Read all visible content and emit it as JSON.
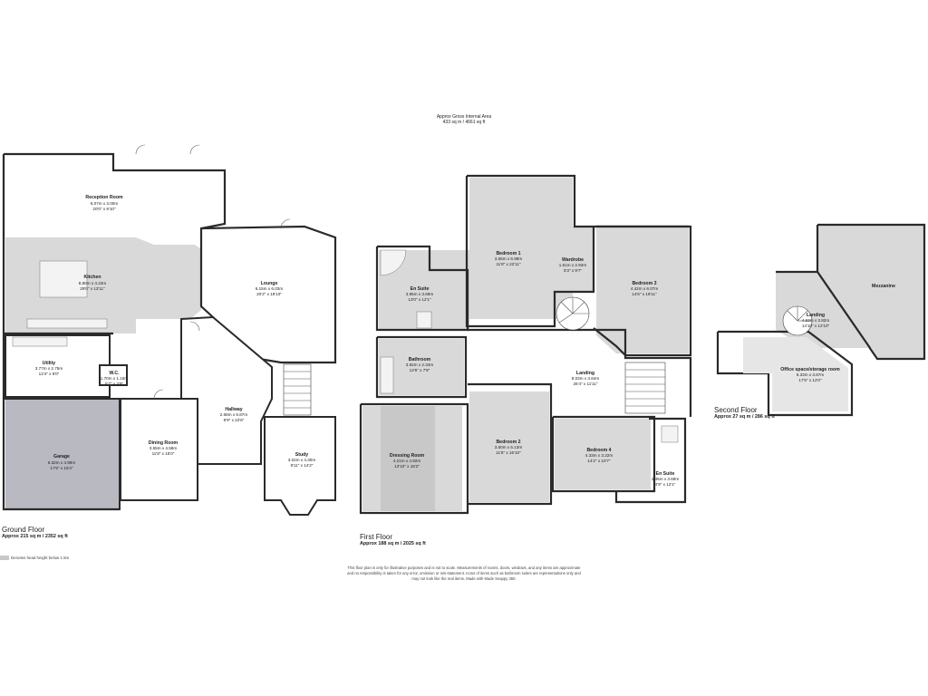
{
  "gross_area": {
    "label": "Approx Gross Internal Area",
    "value": "433 sq m / 4661 sq ft"
  },
  "floors": [
    {
      "name": "Ground Floor",
      "area": "Approx 215 sq m / 2352 sq ft",
      "rooms": [
        {
          "name": "Reception Room",
          "dims_m": "6.07m x 3.00m",
          "dims_ft": "20'0\" x 9'10\""
        },
        {
          "name": "Kitchen",
          "dims_m": "8.80m x 4.23m",
          "dims_ft": "29'0\" x 13'11\""
        },
        {
          "name": "Lounge",
          "dims_m": "6.15m x 6.03m",
          "dims_ft": "20'2\" x 19'10\""
        },
        {
          "name": "Utility",
          "dims_m": "3.77m x 2.75m",
          "dims_ft": "12'4\" x 9'0\""
        },
        {
          "name": "W.C.",
          "dims_m": "1.70m x 1.15m",
          "dims_ft": "5'7\" x 3'9\""
        },
        {
          "name": "Hallway",
          "dims_m": "2.68m x 6.87m",
          "dims_ft": "8'9\" x 22'6\""
        },
        {
          "name": "Garage",
          "dims_m": "5.32m x 4.99m",
          "dims_ft": "17'5\" x 16'4\""
        },
        {
          "name": "Dining Room",
          "dims_m": "3.55m x 4.58m",
          "dims_ft": "11'8\" x 15'0\""
        },
        {
          "name": "Study",
          "dims_m": "3.02m x 4.30m",
          "dims_ft": "9'11\" x 14'2\""
        }
      ]
    },
    {
      "name": "First Floor",
      "area": "Approx 188 sq m / 2025 sq ft",
      "rooms": [
        {
          "name": "En Suite",
          "dims_m": "3.95m x 3.69m",
          "dims_ft": "13'0\" x 12'1\""
        },
        {
          "name": "Bedroom 1",
          "dims_m": "3.55m x 6.98m",
          "dims_ft": "11'8\" x 22'11\""
        },
        {
          "name": "Wardrobe",
          "dims_m": "1.61m x 2.93m",
          "dims_ft": "5'3\" x 9'7\""
        },
        {
          "name": "Bedroom 3",
          "dims_m": "4.42m x 6.07m",
          "dims_ft": "14'6\" x 19'11\""
        },
        {
          "name": "Bathroom",
          "dims_m": "3.82m x 2.34m",
          "dims_ft": "12'6\" x 7'8\""
        },
        {
          "name": "Landing",
          "dims_m": "8.03m x 3.64m",
          "dims_ft": "26'4\" x 11'11\""
        },
        {
          "name": "Dressing Room",
          "dims_m": "4.21m x 4.92m",
          "dims_ft": "13'10\" x 16'2\""
        },
        {
          "name": "Bedroom 2",
          "dims_m": "3.50m x 5.13m",
          "dims_ft": "11'5\" x 16'10\""
        },
        {
          "name": "Bedroom 4",
          "dims_m": "4.33m x 3.22m",
          "dims_ft": "14'2\" x 10'7\""
        },
        {
          "name": "En Suite",
          "dims_m": "1.45m x 3.69m",
          "dims_ft": "4'9\" x 12'1\""
        }
      ]
    },
    {
      "name": "Second Floor",
      "area": "Approx 27 sq m / 286 sq ft",
      "rooms": [
        {
          "name": "Mezzanine",
          "dims_m": "",
          "dims_ft": ""
        },
        {
          "name": "Landing",
          "dims_m": "4.53m x 3.92m",
          "dims_ft": "14'10\" x 12'10\""
        },
        {
          "name": "Office space/storage room",
          "dims_m": "5.33m x 3.67m",
          "dims_ft": "17'5\" x 12'0\""
        }
      ]
    }
  ],
  "legend": {
    "label": "Denotes head height below 1.5m",
    "swatch_color": "#c8c8c8"
  },
  "disclaimer": [
    "This floor plan is only for illustrative purposes and is not to scale. Measurements of rooms, doors, windows, and any items are approximate",
    "and no responsibility is taken for any error, omission or mis-statement. Icons of items such as bathroom suites are representations only and",
    "may not look like the real items. Made with Made Snappy 360."
  ],
  "colors": {
    "wall": "#2a2a2a",
    "kitchen_shade": "#d9d9d9",
    "garage_shade": "#b9b9c2",
    "low_height_shade": "#c8c8c8"
  }
}
